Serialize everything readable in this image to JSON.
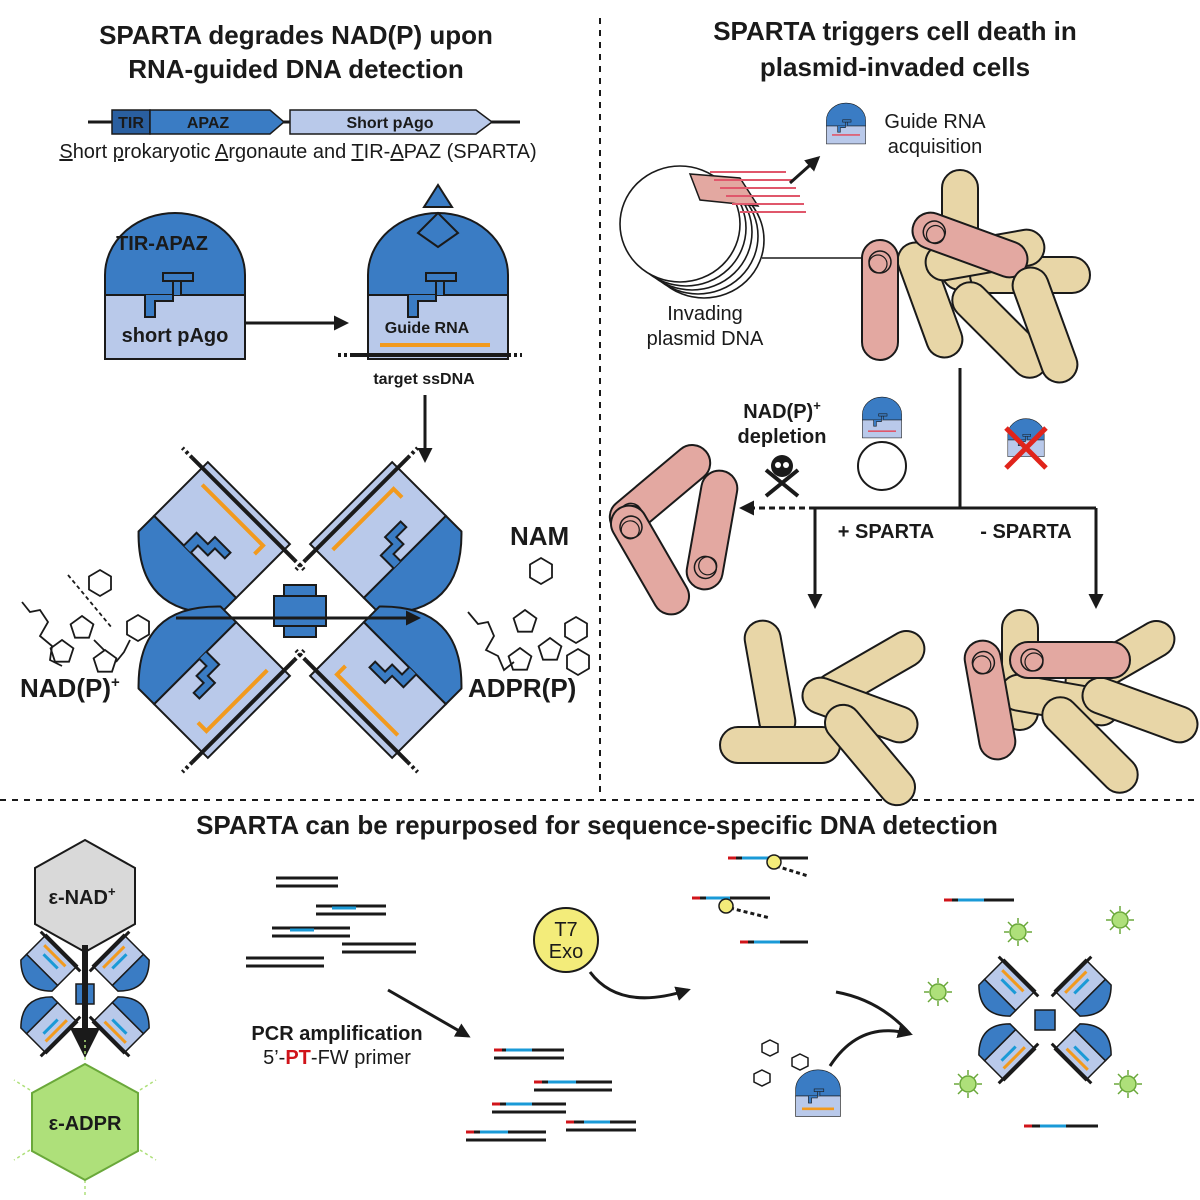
{
  "colors": {
    "tir_apaz_blue": "#3a7cc4",
    "pago_lightblue": "#b9c9ea",
    "guide_orange": "#f29a1d",
    "cell_tan": "#e8d6a7",
    "cell_pink": "#e3a8a1",
    "cross_red": "#e0241b",
    "pt_red": "#d0141a",
    "product_green": "#aee07a",
    "exo_yellow": "#f3ec7a",
    "dna_blue": "#1a9ad7"
  },
  "panel_a": {
    "title_line1": "SPARTA degrades NAD(P) upon",
    "title_line2": "RNA-guided DNA detection",
    "gene_tir": "TIR",
    "gene_apaz": "APAZ",
    "gene_pago": "Short pAgo",
    "acronym_parts": [
      "S",
      "hort ",
      "p",
      "rokaryotic ",
      "A",
      "rgonaute and ",
      "T",
      "IR-",
      "A",
      "PAZ (SPARTA)"
    ],
    "tir_apaz_label": "TIR-APAZ",
    "short_pago_label": "short pAgo",
    "guide_rna_label": "Guide RNA",
    "target_label": "target ssDNA",
    "nam_label": "NAM",
    "nadp_label": "NAD(P)",
    "nadp_sup": "+",
    "adpr_label": "ADPR(P)"
  },
  "panel_b": {
    "title_line1": "SPARTA triggers cell death in",
    "title_line2": "plasmid-invaded cells",
    "guide_acq_line1": "Guide RNA",
    "guide_acq_line2": "acquisition",
    "plasmid_line1": "Invading",
    "plasmid_line2": "plasmid DNA",
    "depletion_line1": "NAD(P)",
    "depletion_sup": "+",
    "depletion_line2": "depletion",
    "plus_sparta": "+ SPARTA",
    "minus_sparta": "- SPARTA",
    "death_icon": "skull-crossbones-icon"
  },
  "panel_c": {
    "title": "SPARTA can be repurposed for sequence-specific DNA detection",
    "substrate": "ε-NAD",
    "substrate_sup": "+",
    "product": "ε-ADPR",
    "pcr_line1": "PCR amplification",
    "pcr_prefix": "5’-",
    "pcr_pt": "PT",
    "pcr_suffix": "-FW primer",
    "exo_line1": "T7",
    "exo_line2": "Exo"
  }
}
